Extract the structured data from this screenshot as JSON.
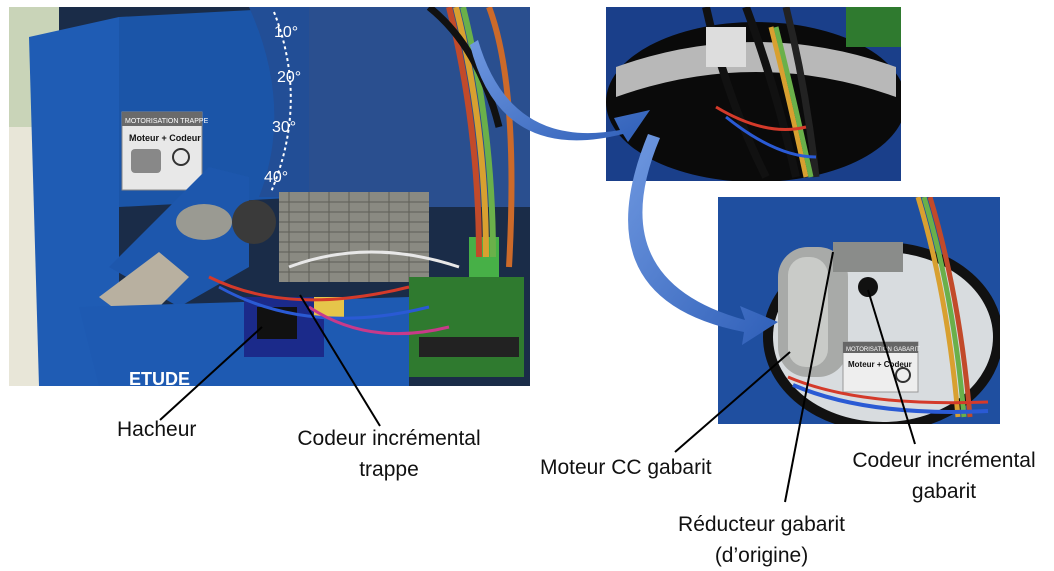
{
  "photo_main": {
    "sign_title": "MOTORISATION TRAPPE",
    "sign_subtitle": "Moteur + Codeur",
    "scale_marks": [
      "10°",
      "20°",
      "30°",
      "40°"
    ],
    "base_text": "ETUDE"
  },
  "photo_bottom": {
    "sign_title": "MOTORISATION GABARIT",
    "sign_subtitle": "Moteur + Codeur"
  },
  "labels": {
    "hacheur": "Hacheur",
    "codeur_trappe_line1": "Codeur incrémental",
    "codeur_trappe_line2": "trappe",
    "moteur_cc": "Moteur CC gabarit",
    "reducteur_line1": "Réducteur gabarit",
    "reducteur_line2": "(d’origine)",
    "codeur_gabarit_line1": "Codeur incrémental",
    "codeur_gabarit_line2": "gabarit"
  },
  "colors": {
    "arrow": "#4a78c8",
    "panel_blue": "#1f5cb4",
    "pcb_green": "#2f7a2f"
  }
}
